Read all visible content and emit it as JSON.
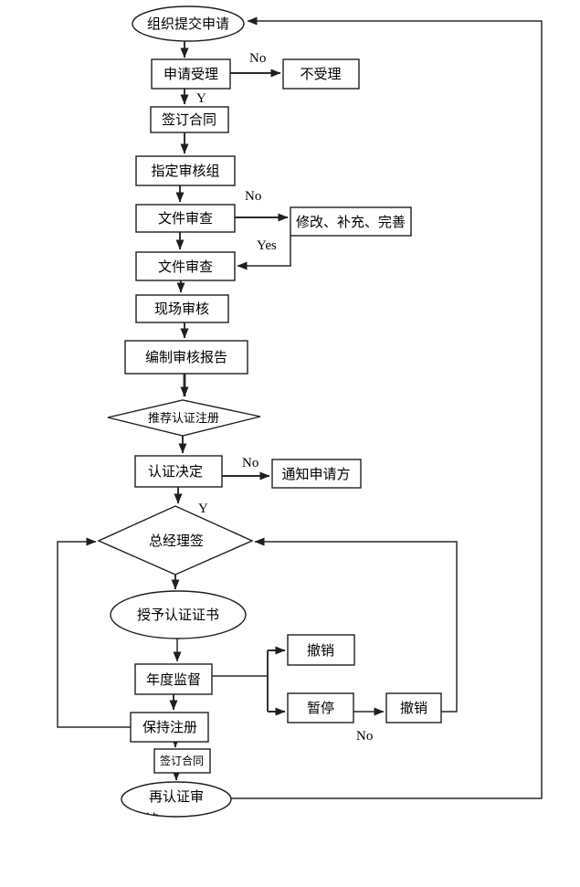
{
  "colors": {
    "background": "#ffffff",
    "line": "#2a2a2a",
    "text": "#000000"
  },
  "nodes": {
    "start": "组织提交申请",
    "accept": "申请受理",
    "not_accept": "不受理",
    "sign_contract": "签订合同",
    "assign_audit_team": "指定审核组",
    "doc_review_1": "文件审查",
    "revise_supplement": "修改、补充、完善",
    "doc_review_2": "文件审查",
    "onsite_audit": "现场审核",
    "audit_report": "编制审核报告",
    "recommend_registration": "推荐认证注册",
    "cert_decision": "认证决定",
    "notify_applicant": "通知申请方",
    "gm_sign": "总经理签",
    "grant_certificate": "授予认证证书",
    "annual_supervision": "年度监督",
    "revoke_top": "撤销",
    "suspend": "暂停",
    "revoke_right": "撤销",
    "keep_registration": "保持注册",
    "sign_contract_small": "签订合同",
    "recert_audit": "再认证审",
    "recert_audit_overflow": "核"
  },
  "edge_labels": {
    "accept_no": "No",
    "accept_yes": "Y",
    "doc_review_no": "No",
    "revise_yes": "Yes",
    "decision_no": "No",
    "decision_yes": "Y",
    "suspend_no": "No"
  }
}
